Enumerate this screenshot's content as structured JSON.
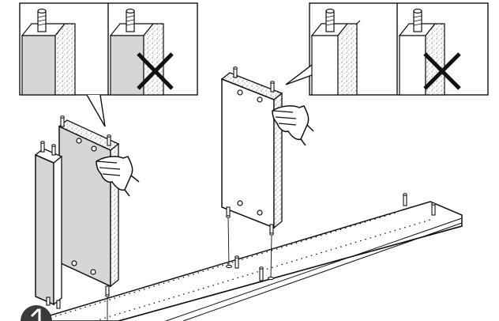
{
  "diagram": {
    "kind": "assembly-instruction",
    "colors": {
      "outline": "#111111",
      "panel_gray": "#d6d6d6",
      "particle_board": "#c2c2c2",
      "background": "#ffffff"
    },
    "insets": [
      {
        "name": "correct-dowel-left",
        "state": "correct"
      },
      {
        "name": "wrong-dowel-left",
        "state": "wrong"
      },
      {
        "name": "correct-dowel-right",
        "state": "correct"
      },
      {
        "name": "wrong-dowel-right",
        "state": "wrong"
      }
    ],
    "icons": [
      "hand-press-icon",
      "wrong-cross-icon",
      "dowel-icon",
      "step-badge-icon"
    ]
  }
}
